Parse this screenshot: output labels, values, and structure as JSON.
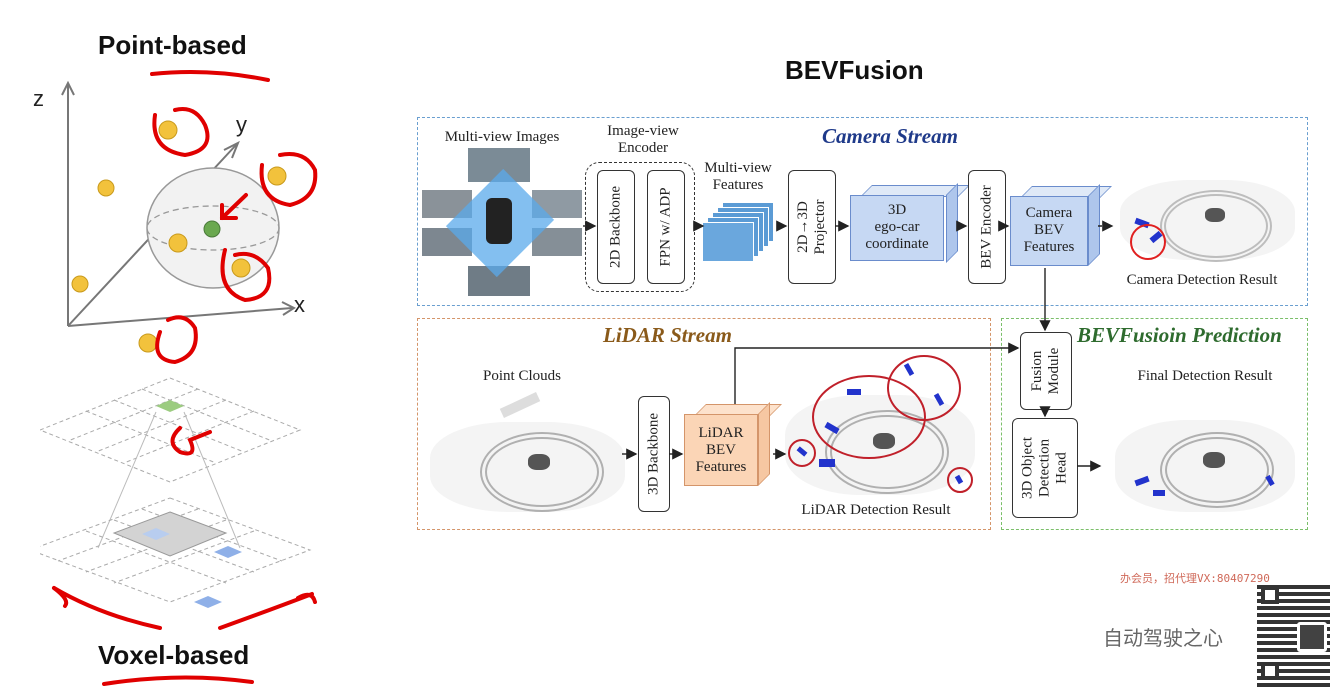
{
  "left_panel": {
    "point_title": "Point-based",
    "voxel_title": "Voxel-based",
    "axis_z": "z",
    "axis_y": "y",
    "axis_x": "x"
  },
  "main_title": "BEVFusion",
  "camera_stream": {
    "title": "Camera Stream",
    "title_color": "#1f3a8a",
    "border_color": "#6a9fd0",
    "multiview_images": "Multi-view Images",
    "encoder_label_1": "Image-view",
    "encoder_label_2": "Encoder",
    "backbone": "2D Backbone",
    "fpn": "FPN w/ ADP",
    "features_1": "Multi-view",
    "features_2": "Features",
    "projector_1": "2D→3D",
    "projector_2": "Projector",
    "ego_1": "3D",
    "ego_2": "ego-car",
    "ego_3": "coordinate",
    "bev_encoder": "BEV Encoder",
    "cam_bev_1": "Camera",
    "cam_bev_2": "BEV",
    "cam_bev_3": "Features",
    "result": "Camera Detection Result"
  },
  "lidar_stream": {
    "title": "LiDAR Stream",
    "title_color": "#8a5a1a",
    "border_color": "#d4956a",
    "point_clouds": "Point Clouds",
    "backbone": "3D Backbone",
    "bev_1": "LiDAR",
    "bev_2": "BEV",
    "bev_3": "Features",
    "result": "LiDAR Detection Result"
  },
  "fusion": {
    "title": "BEVFusioin Prediction",
    "title_color": "#2e6b2e",
    "border_color": "#7bbf6a",
    "module_1": "Fusion",
    "module_2": "Module",
    "head_1": "3D Object",
    "head_2": "Detection",
    "head_3": "Head",
    "result": "Final Detection Result"
  },
  "watermark": {
    "red_text": "办会员，招代理VX:80407290",
    "brand": "自动驾驶之心"
  }
}
